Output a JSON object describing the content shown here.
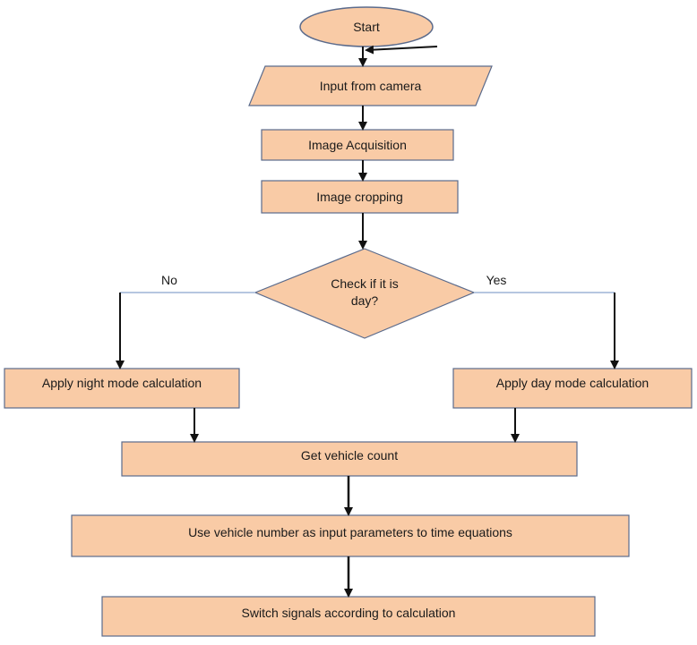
{
  "diagram": {
    "colors": {
      "fill": "#f9cba6",
      "stroke": "#5b6b8c",
      "arrow": "#111111",
      "branch_line": "#9db4d6"
    },
    "nodes": {
      "start": "Start",
      "input_camera": "Input from camera",
      "image_acquisition": "Image Acquisition",
      "image_cropping": "Image cropping",
      "decision": "Check if it is day?",
      "night_mode": "Apply night mode calculation",
      "day_mode": "Apply day mode calculation",
      "vehicle_count": "Get vehicle count",
      "time_equations": "Use vehicle number as input parameters to time equations",
      "switch_signals": "Switch signals according to calculation"
    },
    "edge_labels": {
      "no": "No",
      "yes": "Yes"
    }
  }
}
